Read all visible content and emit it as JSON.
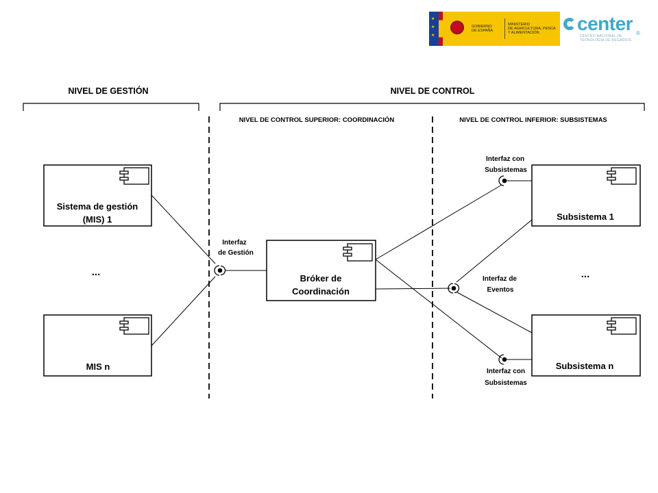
{
  "header": {
    "gov_line1": "GOBIERNO",
    "gov_line2": "DE ESPAÑA",
    "ministry_line1": "MINISTERIO",
    "ministry_line2": "DE AGRICULTURA, PESCA",
    "ministry_line3": "Y ALIMENTACIÓN",
    "center_word": "center",
    "center_reg": "®",
    "center_sub_line1": "CENTRO NACIONAL DE",
    "center_sub_line2": "TECNOLOGÍA DE REGADÍOS"
  },
  "levels": {
    "gestion": "NIVEL DE GESTIÓN",
    "control": "NIVEL DE CONTROL",
    "superior": "NIVEL DE CONTROL SUPERIOR:  COORDINACIÓN",
    "inferior": "NIVEL DE CONTROL INFERIOR:  SUBSISTEMAS"
  },
  "components": {
    "mis1_line1": "Sistema de gestión",
    "mis1_line2": "(MIS) 1",
    "misn": "MIS n",
    "broker_line1": "Bróker de",
    "broker_line2": "Coordinación",
    "sub1": "Subsistema 1",
    "subn": "Subsistema n"
  },
  "ellipsis": {
    "left": "...",
    "right": "..."
  },
  "interfaces": {
    "gestion_line1": "Interfaz",
    "gestion_line2": "de Gestión",
    "eventos_line1": "Interfaz de",
    "eventos_line2": "Eventos",
    "sub_top_line1": "Interfaz con",
    "sub_top_line2": "Subsistemas",
    "sub_bottom_line1": "Interfaz con",
    "sub_bottom_line2": "Subsistemas"
  }
}
